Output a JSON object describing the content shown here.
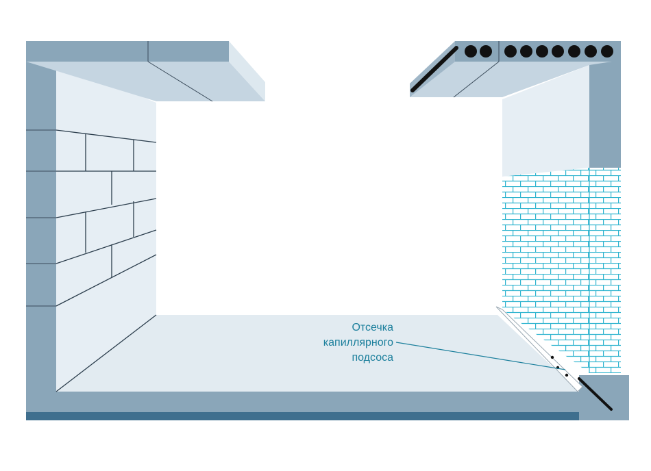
{
  "callout": {
    "lines": [
      "Отсечка",
      "капиллярного",
      "подсоса"
    ]
  },
  "colors": {
    "wall_dark": "#8aa7ba",
    "wall_mid": "#a9bfcf",
    "wall_light": "#c8d8e4",
    "panel_light": "#e4edf3",
    "floor_base": "#7f9db1",
    "floor_stripe": "#3f6f8e",
    "mortar_line": "#3a4b5a",
    "brick_mortar": "#2fb4cf",
    "callout_text": "#1b7f9c",
    "membrane": "#1a1a1a"
  }
}
